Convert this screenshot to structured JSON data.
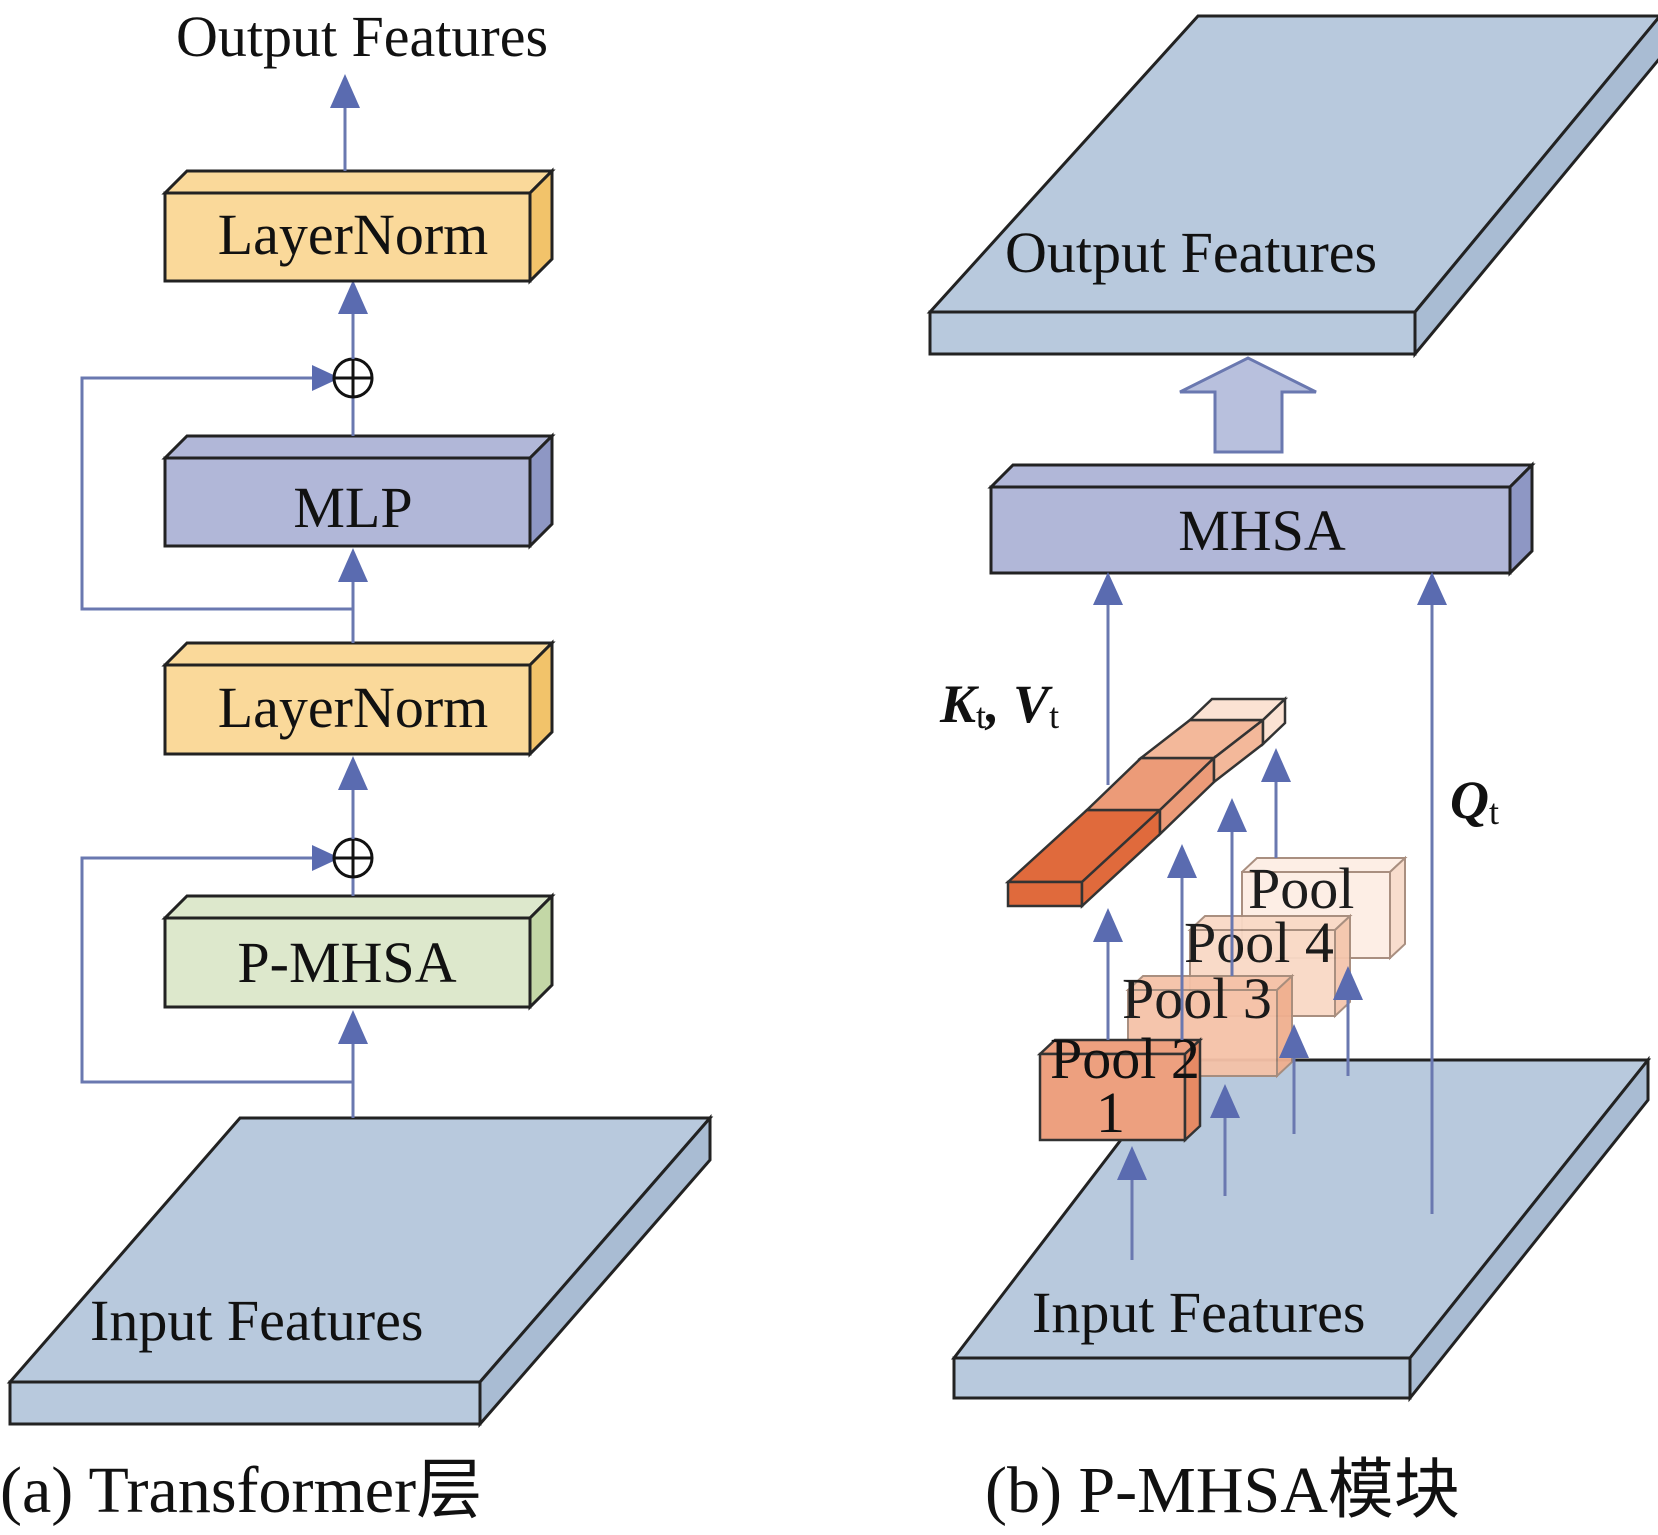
{
  "panel_a": {
    "caption": "(a)  Transformer层",
    "output_label": "Output Features",
    "input_label": "Input Features",
    "layernorm_top": "LayerNorm",
    "mlp": "MLP",
    "layernorm_mid": "LayerNorm",
    "pmhsa": "P-MHSA",
    "add_symbol": "⊕"
  },
  "panel_b": {
    "caption": "(b)  P-MHSA模块",
    "output_label": "Output Features",
    "input_label": "Input Features",
    "mhsa": "MHSA",
    "kv_k": "K",
    "kv_k_sub": "t",
    "kv_sep": ", ",
    "kv_v": "V",
    "kv_v_sub": "t",
    "q": "Q",
    "q_sub": "t",
    "pool1": "Pool",
    "pool1_num": "1",
    "pool2": "Pool 2",
    "pool3": "Pool 3",
    "pool4": "Pool 4",
    "pool_top": "Pool"
  },
  "colors": {
    "plate": "#b8c9dd",
    "plate_side": "#a9bcd3",
    "layernorm": "#fad99a",
    "layernorm_side": "#f2c36a",
    "mlp": "#b1b7d8",
    "mlp_side": "#8e97c4",
    "pmhsa": "#dde8cc",
    "pmhsa_side": "#c3d7a6",
    "arrow": "#5a6bb0",
    "orange_dark": "#e06a3c",
    "orange_mid": "#ec9b78",
    "orange_light": "#f6c7ae",
    "orange_pale": "#fbe2d3"
  }
}
